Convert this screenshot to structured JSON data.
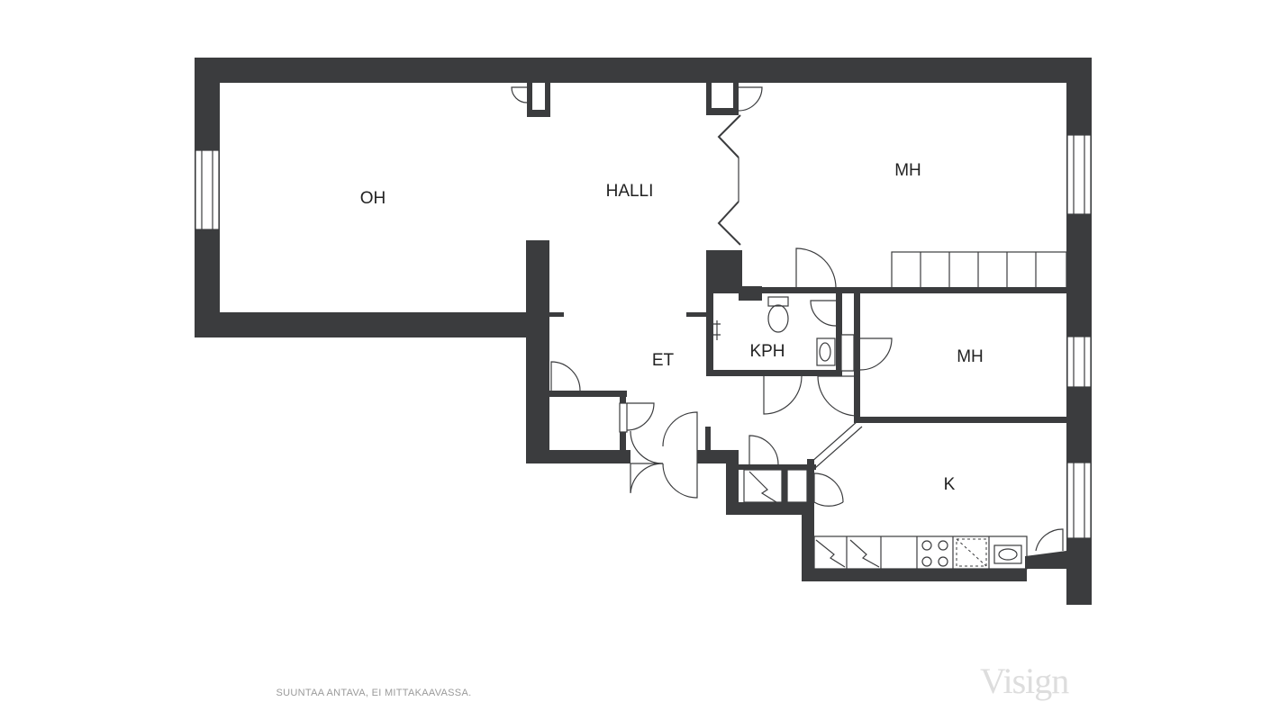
{
  "rooms": {
    "oh": "OH",
    "halli": "HALLI",
    "mh_upper": "MH",
    "et": "ET",
    "kph": "KPH",
    "mh_lower": "MH",
    "k": "K"
  },
  "footer": {
    "disclaimer": "SUUNTAA ANTAVA, EI MITTAKAAVASSA."
  },
  "brand": {
    "logo": "Visign"
  },
  "colors": {
    "wall": "#3b3c3e",
    "background": "#ffffff",
    "footer_text": "#9a9a9a"
  }
}
